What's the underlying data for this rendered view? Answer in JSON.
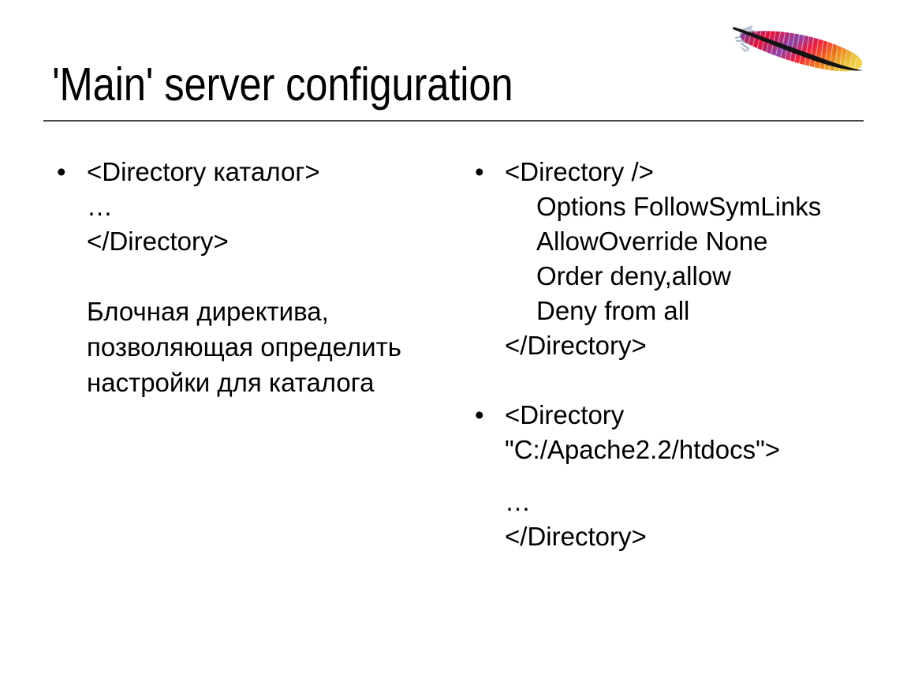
{
  "slide": {
    "title": "'Main' server configuration",
    "logo_alt": "apache-feather-logo",
    "background_color": "#ffffff",
    "rule_color": "#4a4a4a",
    "text_color": "#000000",
    "bullet_glyph": "•"
  },
  "logo_colors": {
    "shaft": "#1a1a1a",
    "crimson": "#e8133a",
    "red": "#f0203f",
    "magenta": "#d81b60",
    "purple": "#7b3fa0",
    "violet": "#8e44ad",
    "orange": "#f07c1e",
    "gold": "#e8c33a",
    "yellow": "#f2d44e",
    "quill_fronds": "#a8b4c4"
  },
  "left_column": {
    "bullets": [
      {
        "marker": "•",
        "lines": [
          "<Directory каталог>",
          "…",
          "</Directory>"
        ],
        "paragraph": "Блочная директива, позволяющая определить настройки для каталога"
      }
    ]
  },
  "right_column": {
    "bullets": [
      {
        "marker": "•",
        "lines": [
          "<Directory />",
          "Options FollowSymLinks",
          "AllowOverride None",
          "Order deny,allow",
          "Deny from all",
          "</Directory>"
        ]
      },
      {
        "marker": "•",
        "lines": [
          "<Directory",
          "\"C:/Apache2.2/htdocs\">",
          "…",
          "</Directory>"
        ]
      }
    ]
  }
}
